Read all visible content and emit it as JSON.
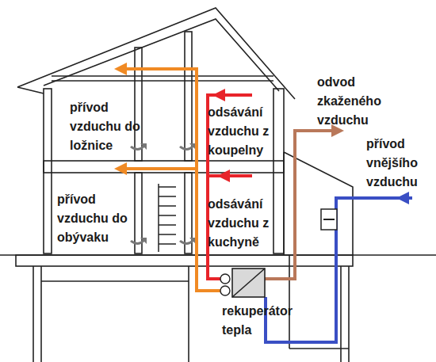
{
  "diagram": {
    "nodes": [
      {
        "text": [
          "rekuperátor tepla"
        ]
      }
    ],
    "labels": [
      "přívod vzduchu do ložnice",
      "odsávání vzduchu z koupelny",
      "odvod zkaženého vzduchu",
      "přívod vnějšího vzduchu",
      "přívod vzduchu do obývaku",
      "odsávání vzduchu z kuchyně"
    ]
  }
}
